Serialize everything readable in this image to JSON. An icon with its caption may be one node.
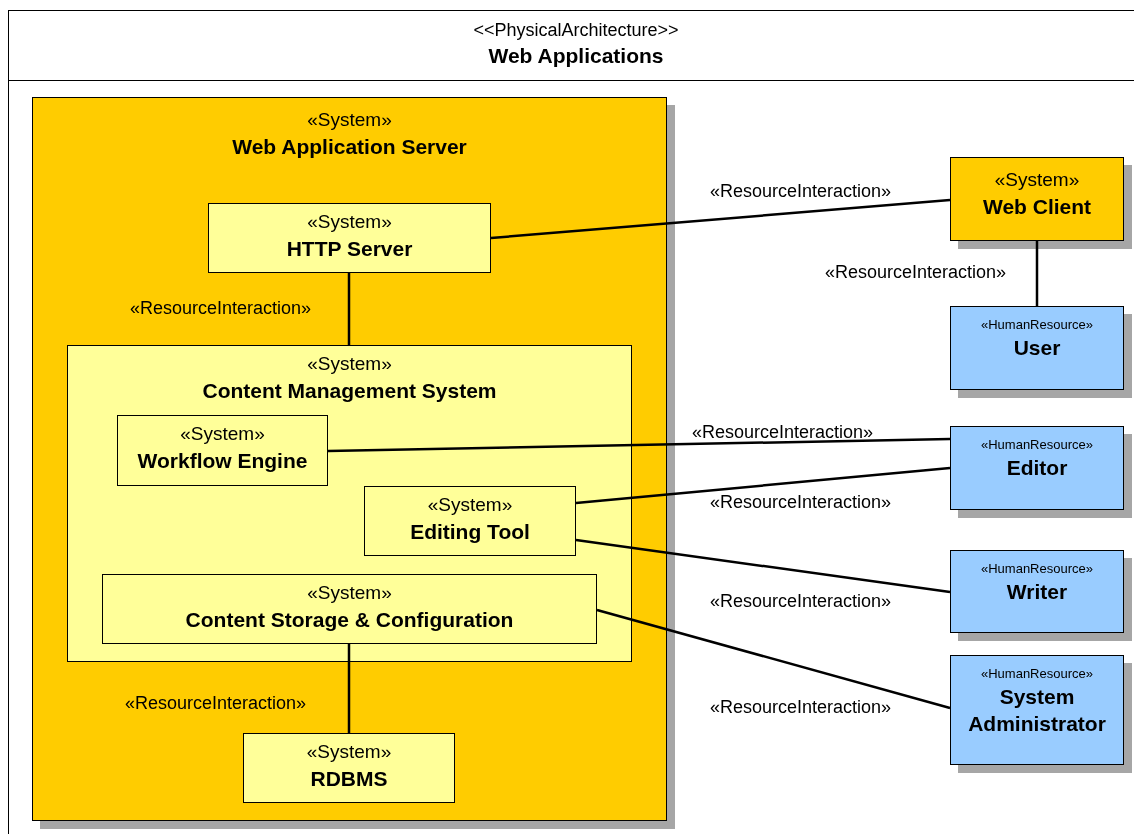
{
  "diagram": {
    "nodes": [
      {
        "text": [
          "<<PhysicalArchitecture>>",
          "Web Applications"
        ]
      },
      {
        "text": [
          "«System»",
          "Web Application Server"
        ],
        "in": 0
      },
      {
        "text": [
          "«System»",
          "HTTP Server"
        ],
        "in": 1
      },
      {
        "text": [
          "«System»",
          "Content Management System"
        ],
        "in": 1
      },
      {
        "text": [
          "«System»",
          "Workflow Engine"
        ],
        "in": 3
      },
      {
        "text": [
          "«System»",
          "Editing Tool"
        ],
        "in": 3
      },
      {
        "text": [
          "«System»",
          "Content Storage & Configuration"
        ],
        "in": 3
      },
      {
        "text": [
          "«System»",
          "RDBMS"
        ],
        "in": 1
      },
      {
        "text": [
          "«System»",
          "Web Client"
        ],
        "in": 0
      },
      {
        "text": [
          "«HumanResource»",
          "User"
        ],
        "in": 0
      },
      {
        "text": [
          "«HumanResource»",
          "Editor"
        ],
        "in": 0
      },
      {
        "text": [
          "«HumanResource»",
          "Writer"
        ],
        "in": 0
      },
      {
        "text": [
          "«HumanResource»",
          "System Administrator"
        ],
        "in": 0
      }
    ],
    "edges": [
      {
        "from": 2,
        "to": 8,
        "arrow": "none",
        "label": "«ResourceInteraction»"
      },
      {
        "from": 8,
        "to": 9,
        "arrow": "none",
        "label": "«ResourceInteraction»"
      },
      {
        "from": 2,
        "to": 3,
        "arrow": "none",
        "label": "«ResourceInteraction»"
      },
      {
        "from": 4,
        "to": 10,
        "arrow": "none",
        "label": "«ResourceInteraction»"
      },
      {
        "from": 5,
        "to": 10,
        "arrow": "none",
        "label": "«ResourceInteraction»"
      },
      {
        "from": 5,
        "to": 11,
        "arrow": "none",
        "label": "«ResourceInteraction»"
      },
      {
        "from": 6,
        "to": 12,
        "arrow": "none",
        "label": "«ResourceInteraction»"
      },
      {
        "from": 6,
        "to": 7,
        "arrow": "none",
        "label": "«ResourceInteraction»"
      }
    ]
  }
}
